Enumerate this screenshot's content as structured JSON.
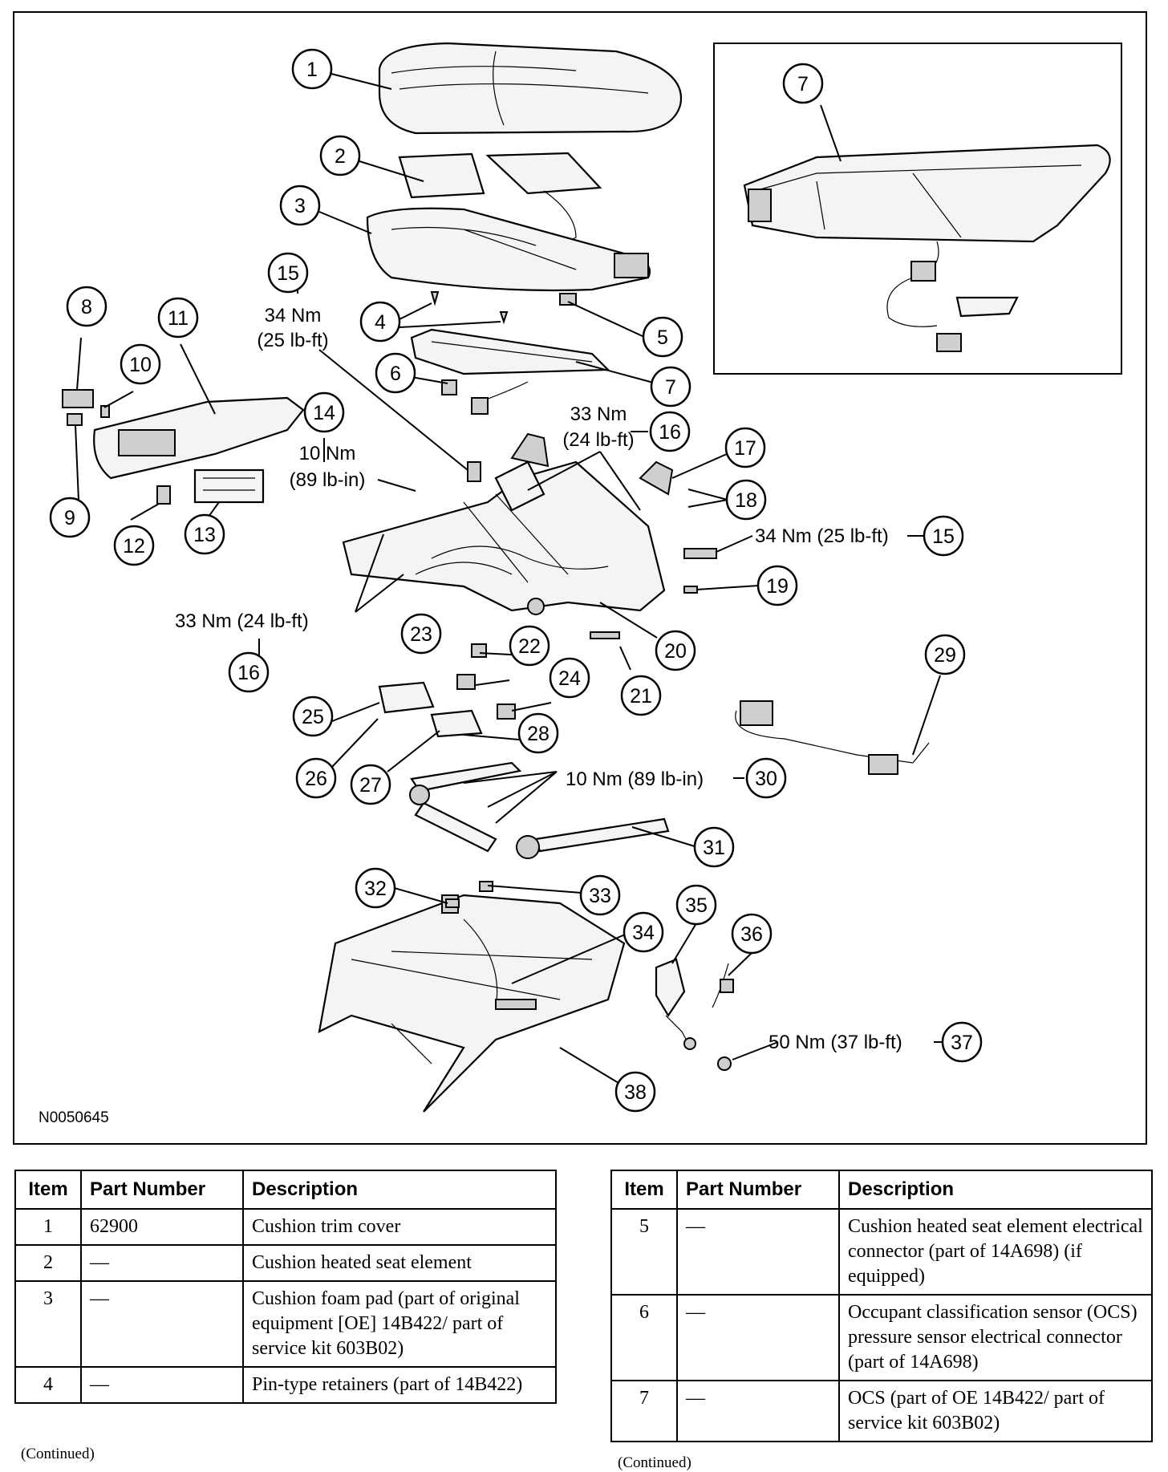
{
  "figure_id": "N0050645",
  "callouts": [
    "1",
    "2",
    "3",
    "4",
    "5",
    "6",
    "7",
    "7",
    "8",
    "9",
    "10",
    "11",
    "12",
    "13",
    "14",
    "15",
    "15",
    "16",
    "16",
    "17",
    "18",
    "19",
    "20",
    "21",
    "22",
    "23",
    "24",
    "25",
    "26",
    "27",
    "28",
    "29",
    "30",
    "31",
    "32",
    "33",
    "34",
    "35",
    "36",
    "37",
    "38"
  ],
  "torque_labels": {
    "t15_top_line1": "34 Nm",
    "t15_top_line2": "(25 lb-ft)",
    "t14_line1": "10 Nm",
    "t14_line2": "(89 lb-in)",
    "t16_top_line1": "33 Nm",
    "t16_top_line2": "(24 lb-ft)",
    "t15_right": "34 Nm (25 lb-ft)",
    "t16_left": "33 Nm (24 lb-ft)",
    "t30": "10 Nm (89 lb-in)",
    "t37": "50 Nm (37 lb-ft)"
  },
  "table_headers": {
    "item": "Item",
    "part_number": "Part Number",
    "description": "Description"
  },
  "table_left": [
    {
      "item": "1",
      "part": "62900",
      "desc": "Cushion trim cover"
    },
    {
      "item": "2",
      "part": "—",
      "desc": "Cushion heated seat element"
    },
    {
      "item": "3",
      "part": "—",
      "desc": "Cushion foam pad (part of original equipment [OE] 14B422/ part of service kit 603B02)"
    },
    {
      "item": "4",
      "part": "—",
      "desc": "Pin-type retainers (part of 14B422)"
    }
  ],
  "table_right": [
    {
      "item": "5",
      "part": "—",
      "desc": "Cushion heated seat element electrical connector (part of 14A698) (if equipped)"
    },
    {
      "item": "6",
      "part": "—",
      "desc": "Occupant classification sensor (OCS) pressure sensor electrical connector (part of 14A698)"
    },
    {
      "item": "7",
      "part": "—",
      "desc": "OCS (part of OE 14B422/ part of service kit 603B02)"
    }
  ],
  "continued": "(Continued)"
}
